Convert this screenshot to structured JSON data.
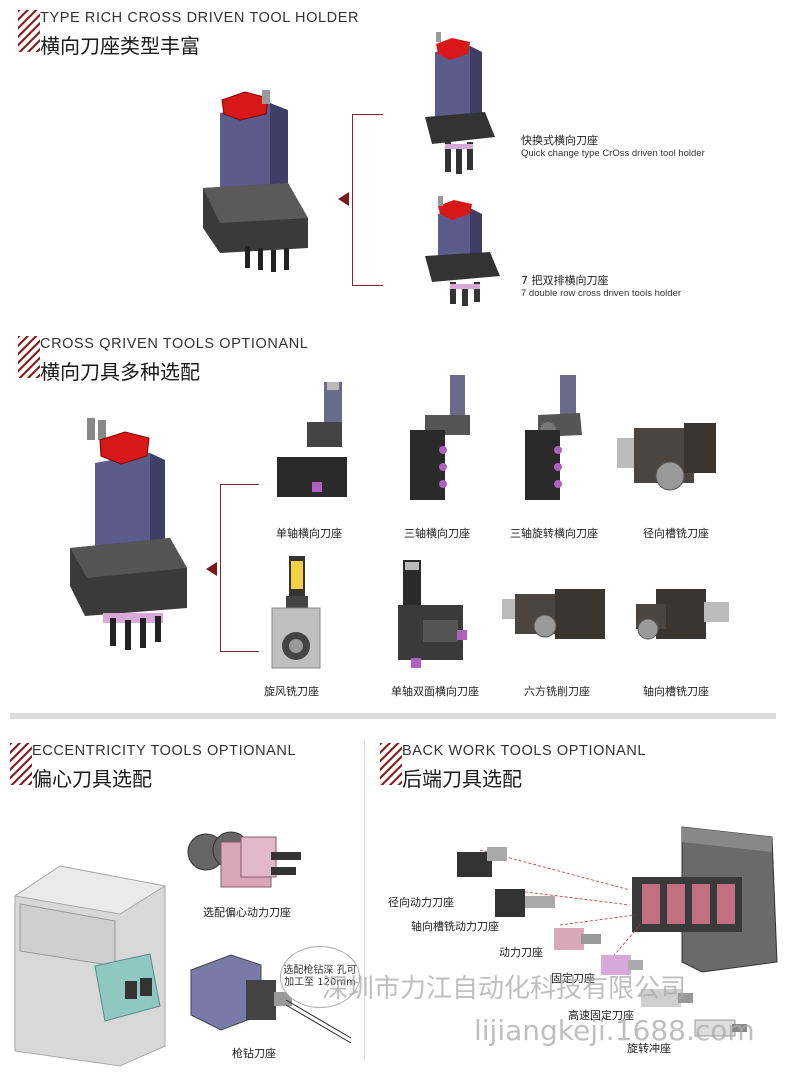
{
  "sections": {
    "s1": {
      "en": "TYPE RICH CROSS DRIVEN TOOL HOLDER",
      "cn": "横向刀座类型丰富"
    },
    "s2": {
      "en": "CROSS QRIVEN TOOLS OPTIONANL",
      "cn": "横向刀具多种选配"
    },
    "s3": {
      "en": "ECCENTRICITY TOOLS OPTIONANL",
      "cn": "偏心刀具选配"
    },
    "s4": {
      "en": "BACK WORK TOOLS OPTIONANL",
      "cn": "后端刀具选配"
    }
  },
  "s1_items": [
    {
      "cn": "快换式横向刀座",
      "en": "Quick change type CrOss driven tool holder"
    },
    {
      "cn": "7 把双排横向刀座",
      "en": "7 double row cross driven tools holder"
    }
  ],
  "s2_items": [
    "单轴横向刀座",
    "三轴横向刀座",
    "三轴旋转横向刀座",
    "径向槽铣刀座",
    "旋风铣刀座",
    "单轴双面横向刀座",
    "六方铣削刀座",
    "轴向槽铣刀座"
  ],
  "s3_items": {
    "eccentric": "选配偏心动力刀座",
    "gun": "枪钻刀座",
    "callout": "选配枪钻深 孔可加工至 120mm"
  },
  "s4_items": [
    "径向动力刀座",
    "轴向槽铣动力刀座",
    "动力刀座",
    "固定刀座",
    "高速固定刀座",
    "旋转冲座"
  ],
  "watermark": {
    "line1": "深圳市力江自动化科技有限公司",
    "line2": "lijiangkeji.1688.com"
  },
  "colors": {
    "accent": "#7a1a1a",
    "machine_body": "#5a5a8a",
    "motor_red": "#d81818",
    "base": "#3a3a3a"
  }
}
